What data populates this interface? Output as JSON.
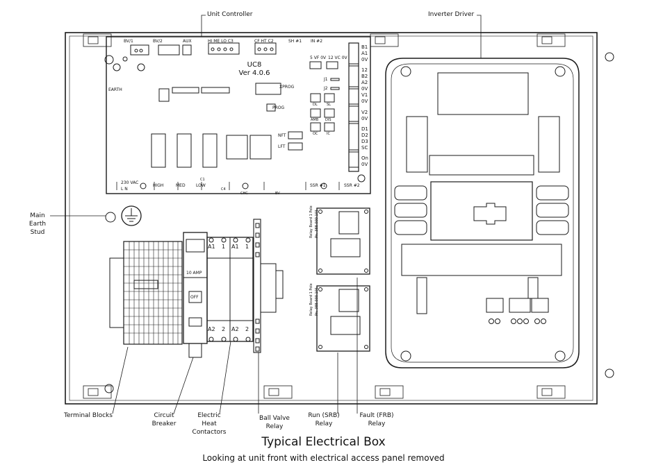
{
  "title": "Typical Electrical Box",
  "subtitle": "Looking at unit front with electrical access panel removed",
  "callouts": {
    "unit_controller": "Unit Controller",
    "inverter_driver": "Inverter Driver",
    "main_earth_stud": [
      "Main",
      "Earth",
      "Stud"
    ],
    "terminal_blocks": "Terminal Blocks",
    "circuit_breaker": [
      "Circuit",
      "Breaker"
    ],
    "electric_heat_contactors": [
      "Electric",
      "Heat",
      "Contactors"
    ],
    "ball_valve_relay": [
      "Ball Valve",
      "Relay"
    ],
    "run_relay": [
      "Run (SRB)",
      "Relay"
    ],
    "fault_relay": [
      "Fault (FRB)",
      "Relay"
    ]
  },
  "board": {
    "name": "UC8",
    "version": "Ver 4.0.6",
    "top_connectors": [
      "BV/1",
      "BV/2",
      "AUX",
      "HI ME LO C3",
      "CF HT C2",
      "SH #1",
      "IN #2"
    ],
    "earth": "EARTH",
    "xprog": "XPROG",
    "prog": "PROG",
    "terminal_strip": [
      "B1",
      "A1",
      "0V",
      "12",
      "B2",
      "A2",
      "0V",
      "V1",
      "0V",
      "V2",
      "0V",
      "D1",
      "D2",
      "D3",
      "SC",
      "On",
      "0V"
    ],
    "led_labels": [
      "DL",
      "SL",
      "AMB",
      "DIS",
      "OC",
      "IC"
    ],
    "side_labels": [
      "5 VF 0V",
      "12 VC 0V",
      "J1",
      "J2",
      "NFT",
      "LFT"
    ],
    "bottom_labels": [
      "230 VAC",
      "L N",
      "HIGH",
      "MED",
      "LOW",
      "C1",
      "C4",
      "CHC",
      "BV",
      "SSR #1",
      "SSR #2"
    ]
  },
  "contactors": {
    "terminals_top": [
      "A1",
      "1",
      "A1",
      "1"
    ],
    "terminals_bottom": [
      "A2",
      "2",
      "A2",
      "2"
    ],
    "breaker_rating": "10 AMP",
    "breaker_state": "OFF"
  },
  "relay_board_text": [
    "Relay Board 1 Pole",
    "Pn. 388 000 101"
  ],
  "colors": {
    "line": "#1a1a1a",
    "background": "#ffffff"
  }
}
